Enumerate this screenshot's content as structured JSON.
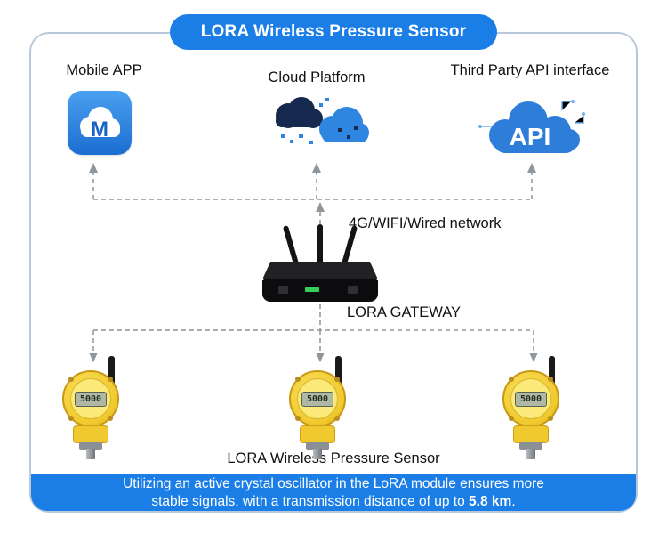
{
  "title": "LORA Wireless Pressure Sensor",
  "nodes": {
    "mobile_app": {
      "label": "Mobile APP",
      "icon_letter": "M"
    },
    "cloud_platform": {
      "label": "Cloud Platform"
    },
    "api": {
      "label": "Third Party API interface",
      "icon_text": "API"
    },
    "network": {
      "label": "4G/WIFI/Wired network"
    },
    "gateway": {
      "label": "LORA GATEWAY"
    },
    "sensors_caption": "LORA Wireless Pressure Sensor"
  },
  "sensors": [
    {
      "display": "5000"
    },
    {
      "display": "5000"
    },
    {
      "display": "5000"
    }
  ],
  "bottom_banner": {
    "line1": "Utilizing an active crystal oscillator in the LoRA module ensures more",
    "line2_prefix": "stable signals, with a transmission distance of up to ",
    "line2_bold": "5.8 km",
    "line2_suffix": "."
  },
  "colors": {
    "accent_blue": "#1a7ee6",
    "border": "#b9c9da",
    "sensor_yellow": "#f0c92e"
  }
}
